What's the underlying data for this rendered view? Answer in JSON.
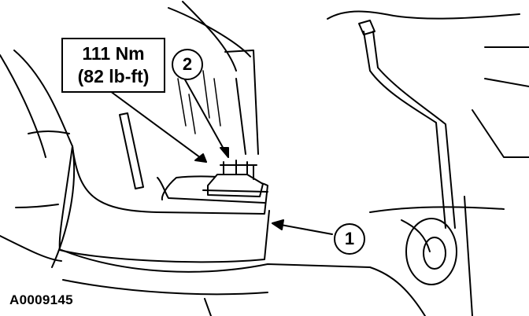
{
  "torque_spec": {
    "metric": "111 Nm",
    "imperial": "(82 lb-ft)"
  },
  "callouts": [
    {
      "number": "1"
    },
    {
      "number": "2"
    }
  ],
  "figure_id": "A0009145"
}
